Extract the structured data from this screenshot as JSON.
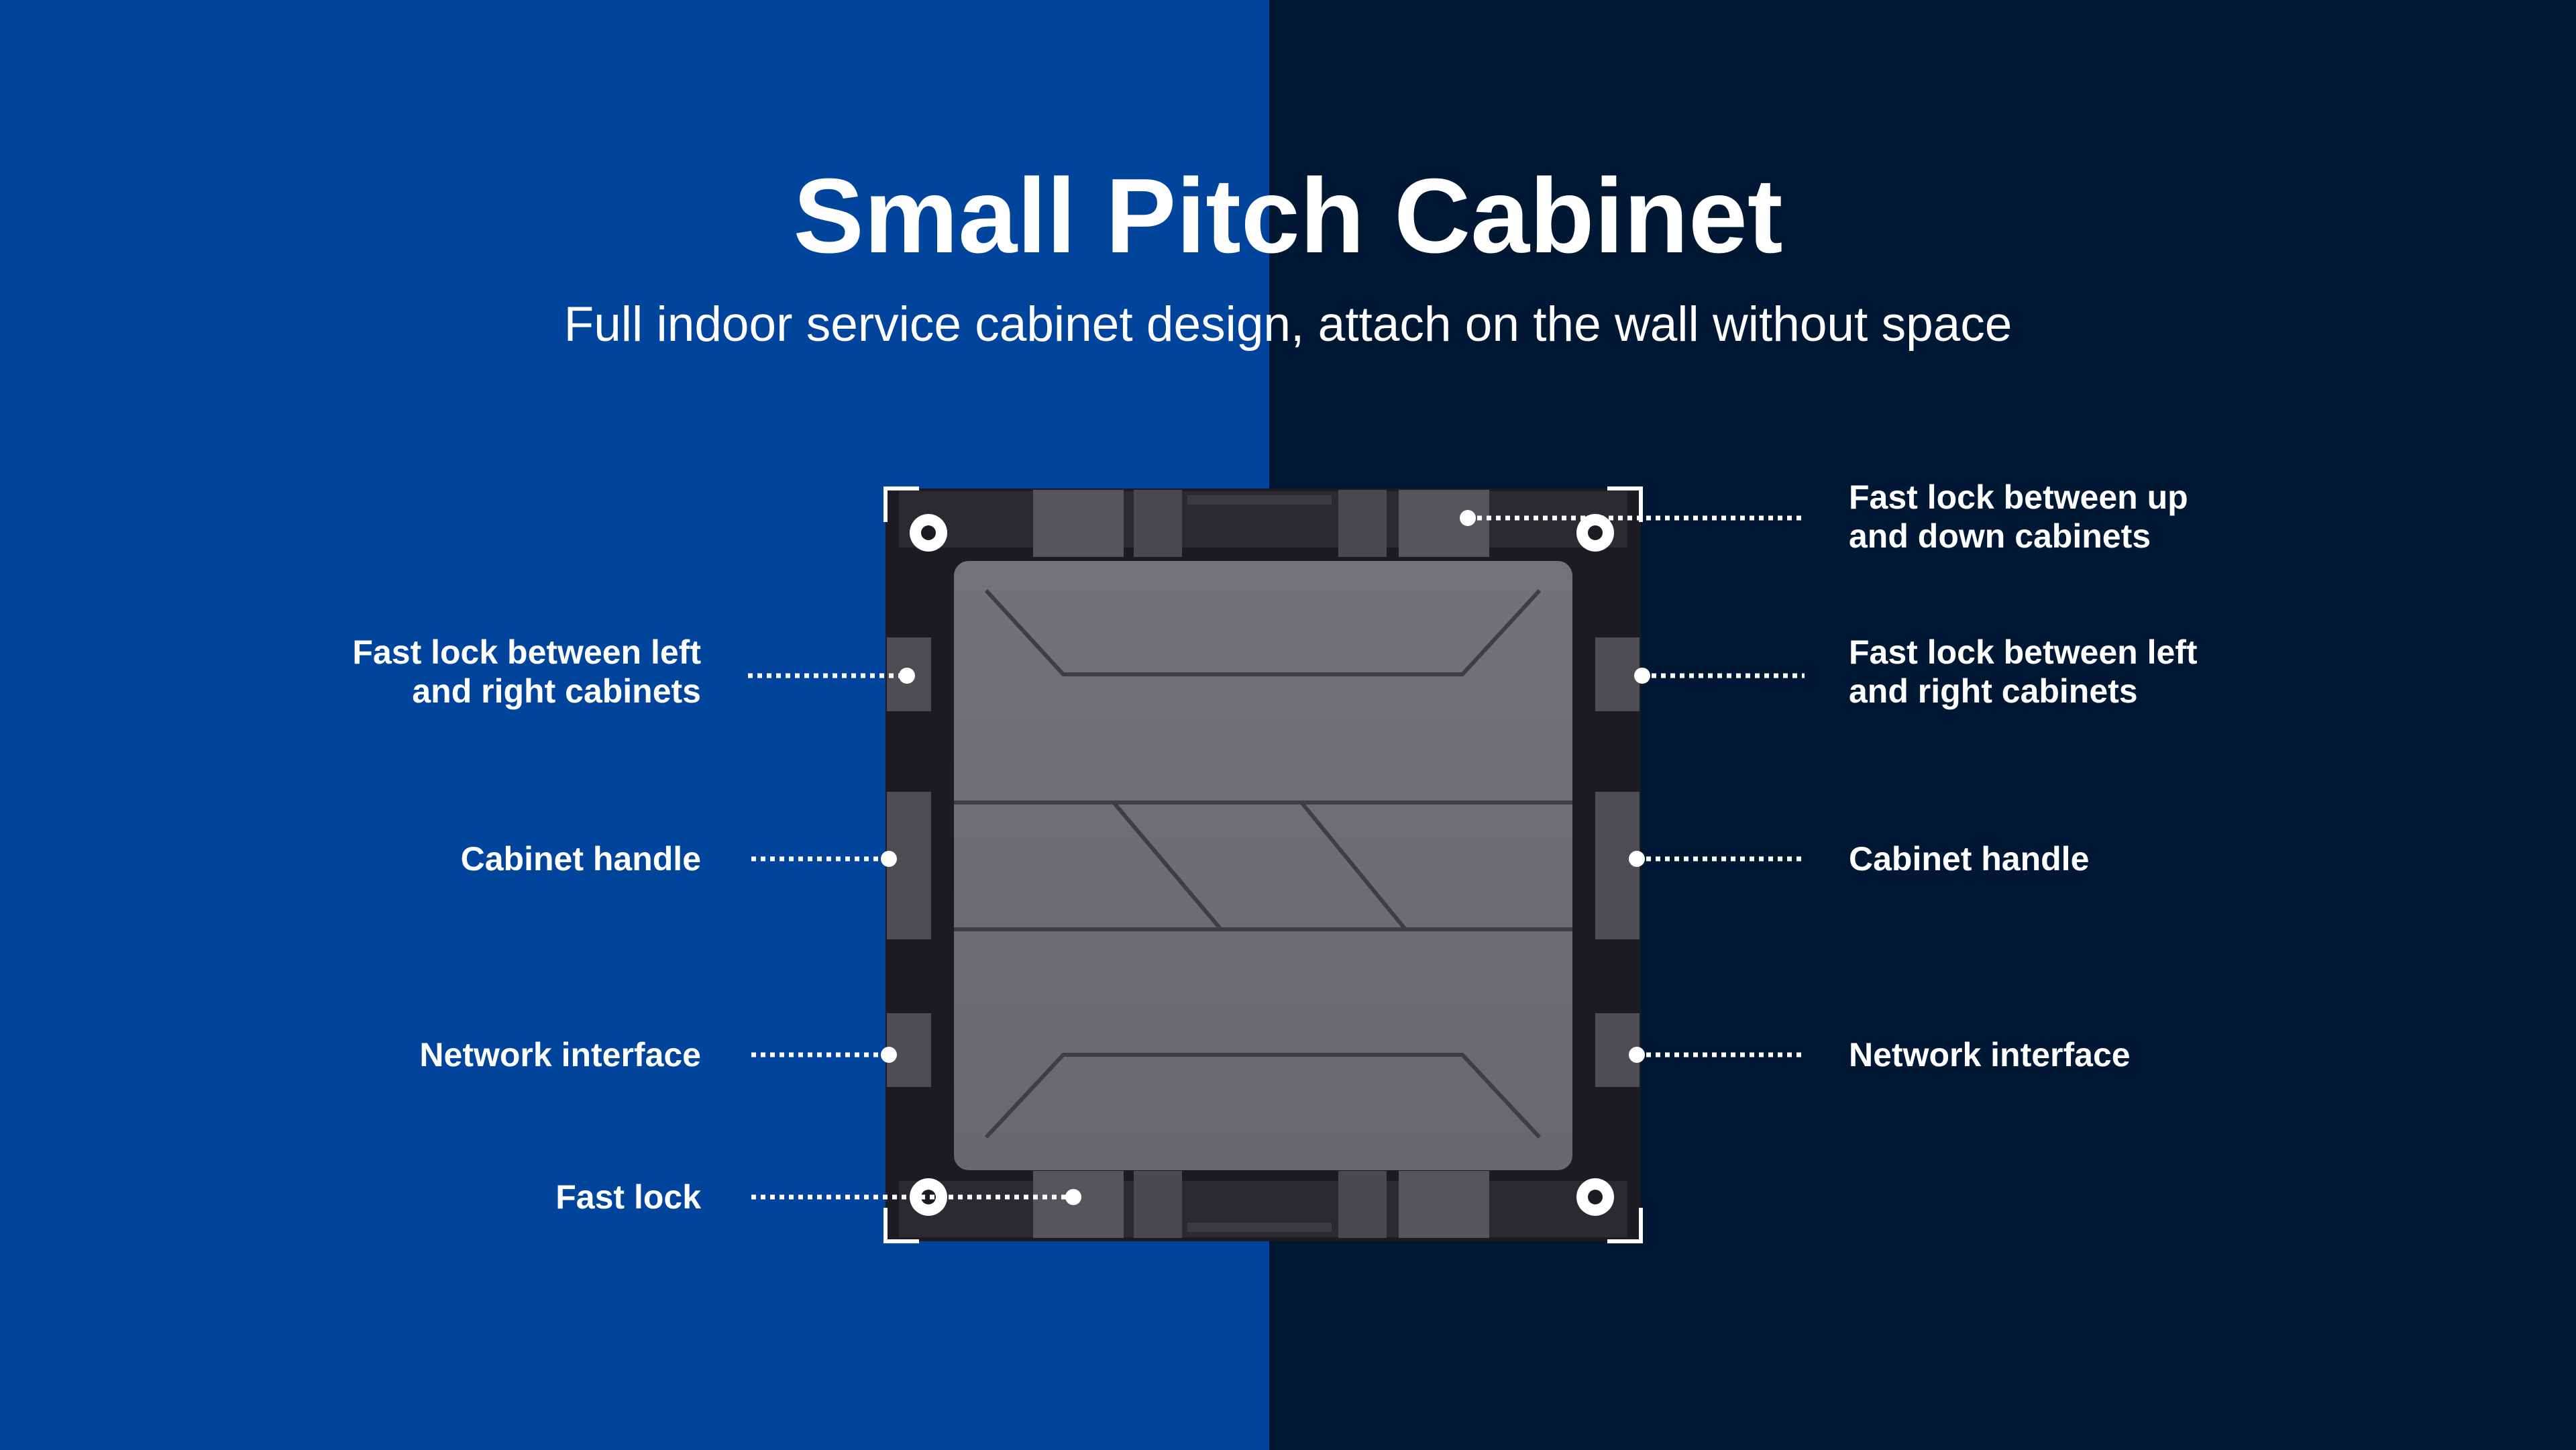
{
  "colors": {
    "left_background": "#00449B",
    "right_background": "#001833",
    "cabinet_panel": "#76767C",
    "cabinet_frame": "#1C1C20",
    "callout": "#FFFFFF"
  },
  "header": {
    "title": "Small Pitch Cabinet",
    "subtitle": "Full indoor service cabinet design, attach on the wall without space"
  },
  "callouts": {
    "left": {
      "fast_lock_lr_line1": "Fast lock between left",
      "fast_lock_lr_line2": "and right cabinets",
      "cabinet_handle": "Cabinet handle",
      "network_interface": "Network interface",
      "fast_lock": "Fast lock"
    },
    "right": {
      "fast_lock_ud_line1": "Fast lock between up",
      "fast_lock_ud_line2": "and down cabinets",
      "fast_lock_lr_line1": "Fast lock between left",
      "fast_lock_lr_line2": "and right cabinets",
      "cabinet_handle": "Cabinet handle",
      "network_interface": "Network interface"
    }
  }
}
